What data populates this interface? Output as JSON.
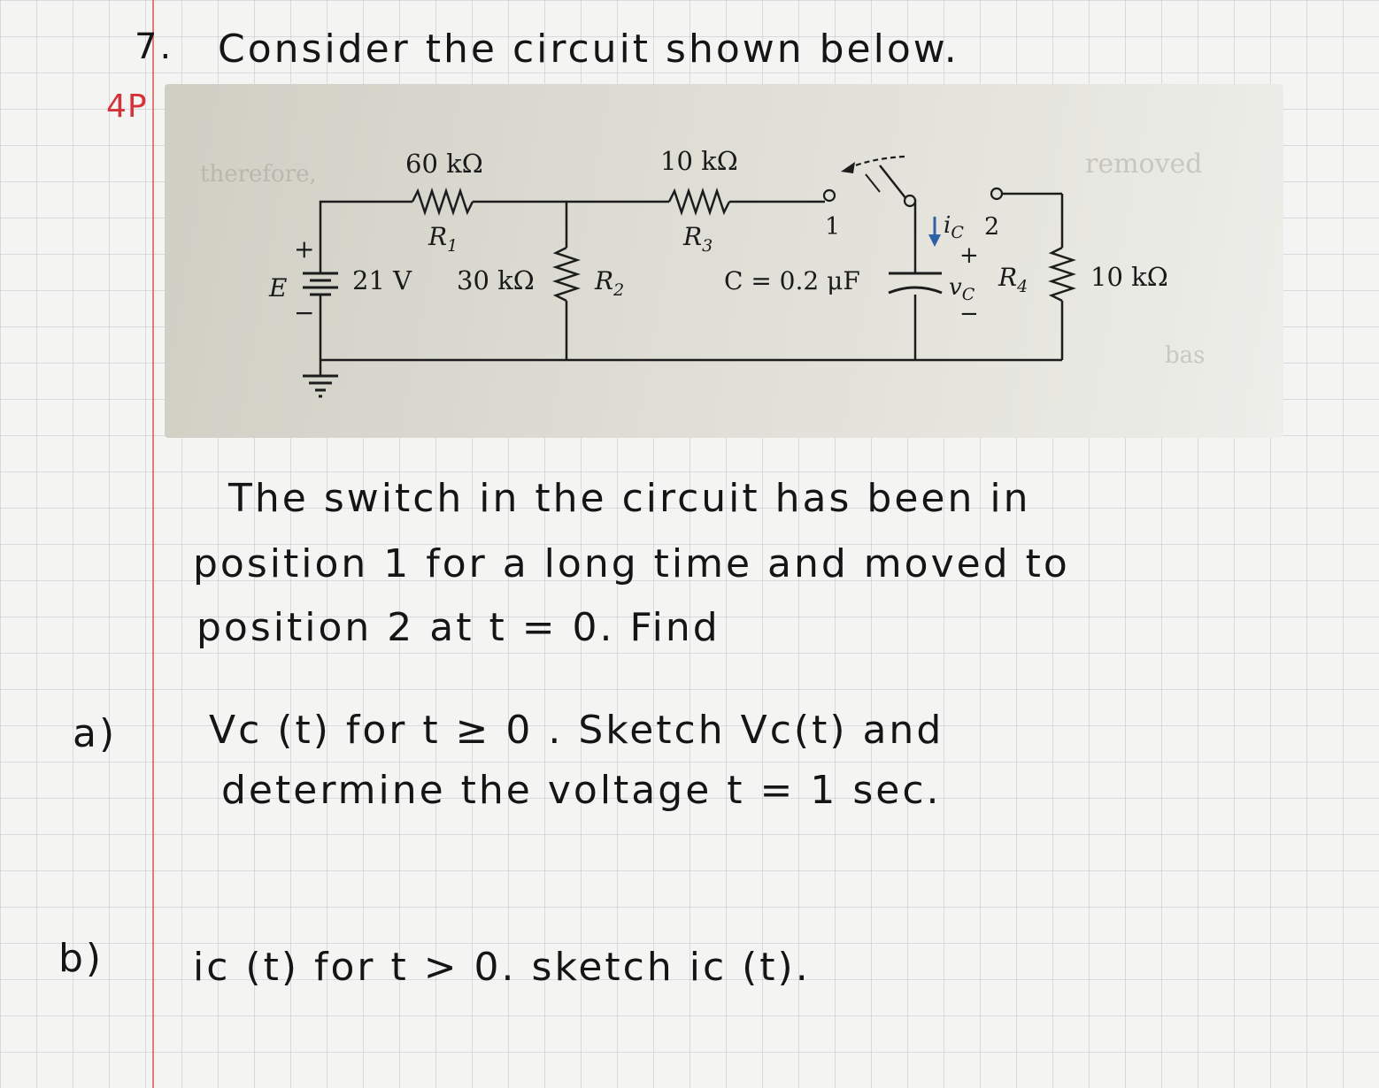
{
  "question": {
    "number": "7.",
    "points": "4P",
    "intro": "Consider the circuit shown below."
  },
  "circuit": {
    "R1": {
      "value": "60 kΩ",
      "label": "R",
      "sub": "1"
    },
    "R3": {
      "value": "10 kΩ",
      "label": "R",
      "sub": "3"
    },
    "E": {
      "label": "E",
      "value": "21 V",
      "plus": "+",
      "minus": "−"
    },
    "R2": {
      "value": "30 kΩ",
      "label": "R",
      "sub": "2"
    },
    "C": {
      "text": "C = 0.2 μF"
    },
    "switch": {
      "pos1": "1",
      "pos2": "2"
    },
    "ic": {
      "label": "i",
      "sub": "C"
    },
    "vc": {
      "plus": "+",
      "label": "v",
      "sub": "C",
      "minus": "−"
    },
    "R4": {
      "value": "10 kΩ",
      "label": "R",
      "sub": "4"
    },
    "arrow_color": "#2f5fa8"
  },
  "problem": {
    "line1": "The switch in the circuit has been in",
    "line2": "position 1 for a long time and moved to",
    "line3": "position 2 at  t = 0.  Find"
  },
  "part_a": {
    "label": "a)",
    "line1": "Vc (t)  for  t ≥ 0 .  Sketch  Vc(t)  and",
    "line2": "determine  the  voltage  t = 1 sec."
  },
  "part_b": {
    "label": "b)",
    "line1": "ic (t)  for  t > 0.   sketch  ic (t)."
  }
}
